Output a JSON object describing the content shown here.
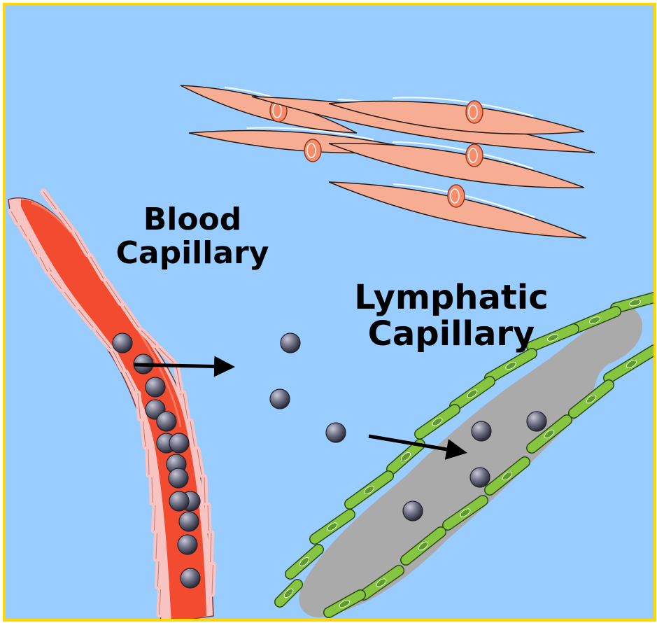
{
  "labels": {
    "blood_capillary": [
      "Blood",
      "Capillary"
    ],
    "lymphatic_capillary": [
      "Lymphatic",
      "Capillary"
    ]
  },
  "colors": {
    "background": "#99ccff",
    "frame": "#ffd700",
    "smooth_muscle_fill": "#f7ad93",
    "smooth_muscle_stroke": "#2a1a12",
    "nucleus_fill": "#fb8a68",
    "blood_vessel_lumen": "#f24b30",
    "blood_vessel_wall": "#f8c3c0",
    "lymph_vessel_fill": "#aaaaaa",
    "lymph_endothelium": "#86c540",
    "particle": "#6a6a80",
    "arrow": "#000000"
  },
  "icons": {
    "particle": "sphere",
    "arrow": "right-arrow"
  }
}
